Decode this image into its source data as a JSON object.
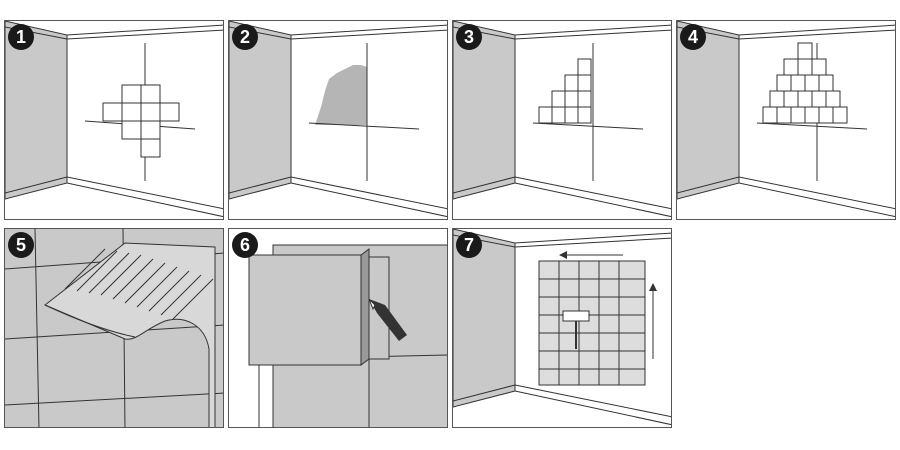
{
  "steps": [
    {
      "number": "1"
    },
    {
      "number": "2"
    },
    {
      "number": "3"
    },
    {
      "number": "4"
    },
    {
      "number": "5"
    },
    {
      "number": "6"
    },
    {
      "number": "7"
    }
  ],
  "colors": {
    "wall_shade": "#c9c9c9",
    "line": "#333333",
    "paste": "#b5b5b5",
    "badge": "#1a1a1a"
  }
}
